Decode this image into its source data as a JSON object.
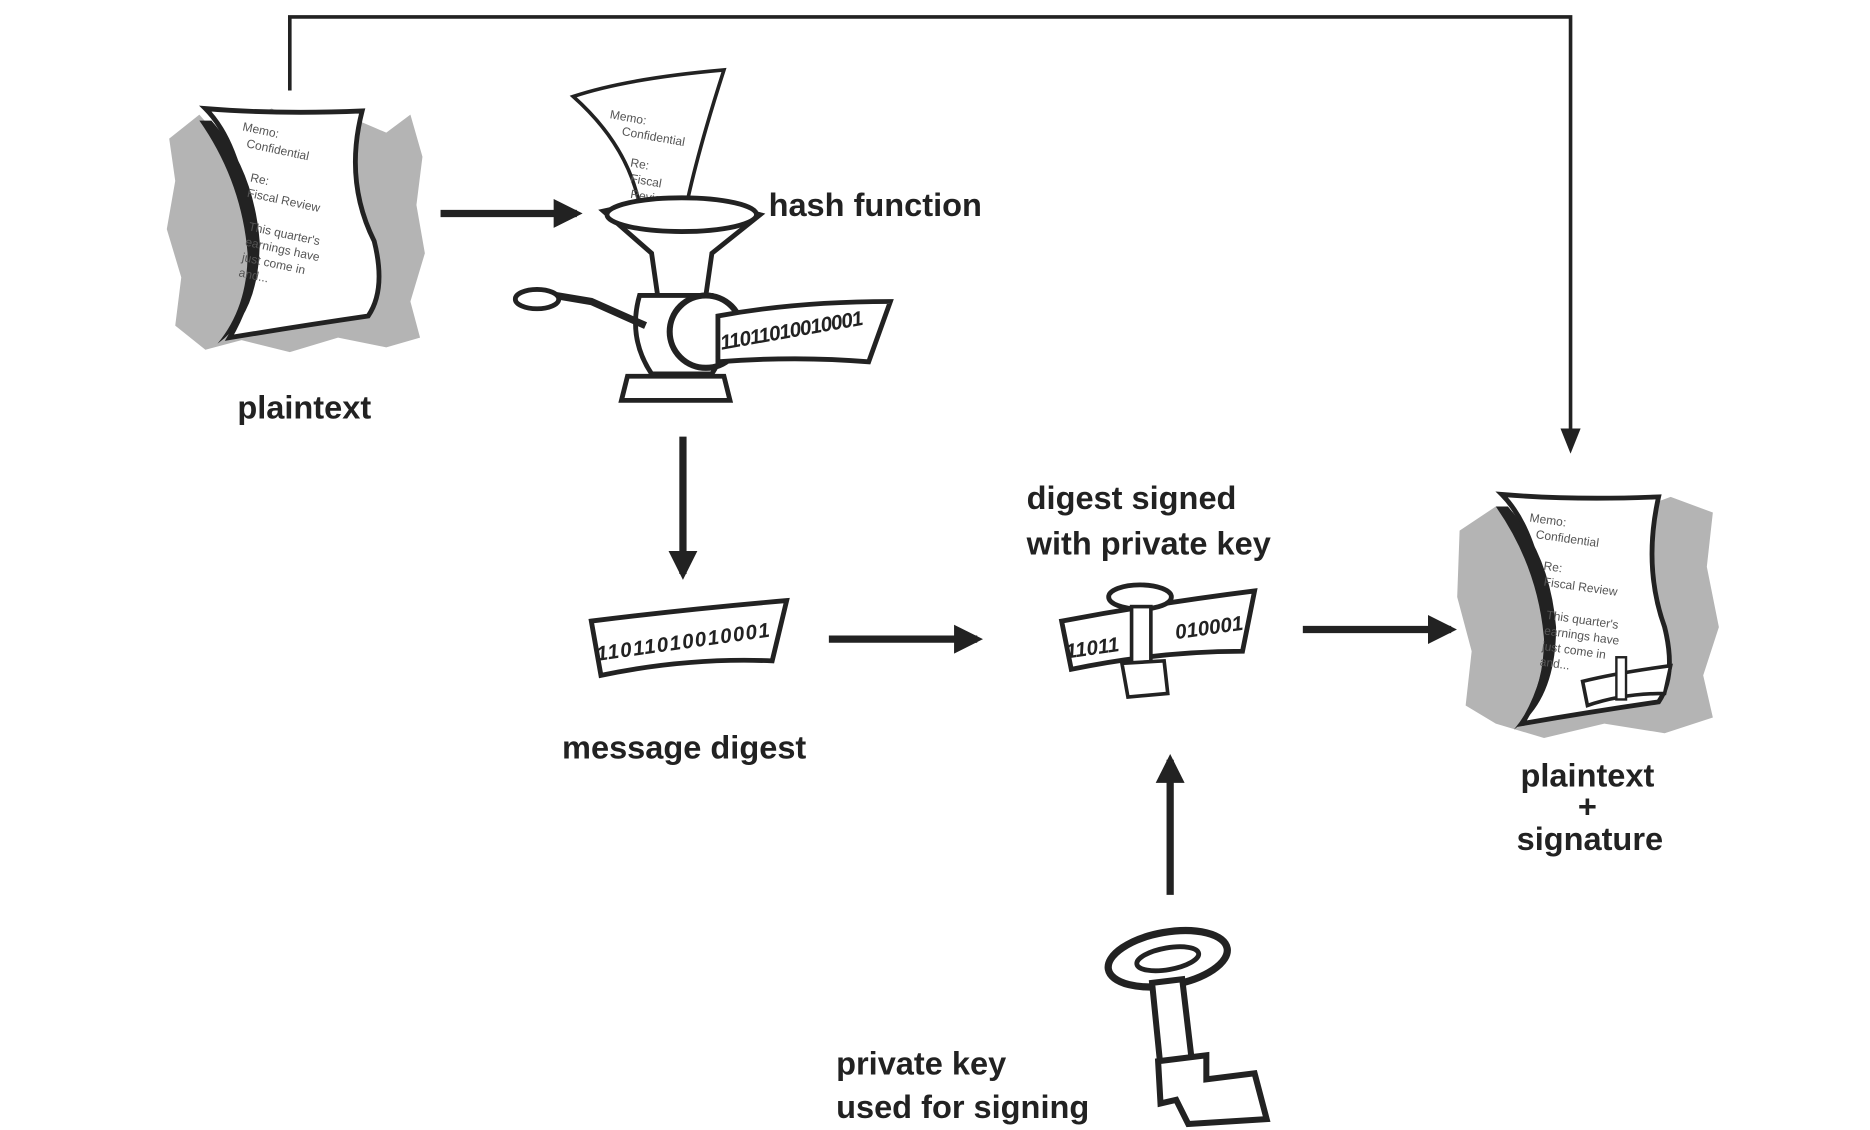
{
  "labels": {
    "plaintext": "plaintext",
    "hash_function": "hash function",
    "message_digest": "message digest",
    "digest_signed_line1": "digest signed",
    "digest_signed_line2": "with private key",
    "result_line1": "plaintext",
    "result_line2": "+",
    "result_line3": "signature",
    "private_key_line1": "private key",
    "private_key_line2": "used for signing"
  },
  "document_text": [
    "Memo:",
    "Confidential",
    "Re:",
    "Fiscal Review",
    "This quarter's",
    "earnings have",
    "just come in",
    "and..."
  ],
  "digest_bits": "11011010010001",
  "signed_digest_left": "11011",
  "signed_digest_right": "010001",
  "colors": {
    "ink": "#222222",
    "shadow": "#b4b4b4",
    "paper": "#ffffff"
  }
}
